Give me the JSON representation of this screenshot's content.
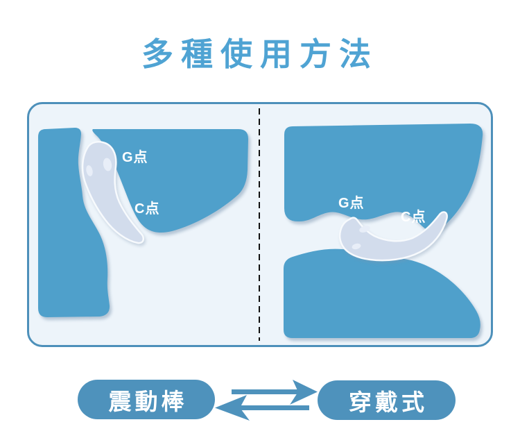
{
  "title": {
    "text": "多種使用方法",
    "color": "#4FA3D3"
  },
  "panel": {
    "left": {
      "g_spot_label": "G点",
      "c_spot_label": "C点"
    },
    "right": {
      "g_spot_label": "G点",
      "c_spot_label": "C点"
    }
  },
  "modes": {
    "vibrator_label": "震動棒",
    "wearable_label": "穿戴式"
  },
  "icons": {
    "swap_arrows": "equilibrium-double-arrow",
    "panel_divider": "vertical-dashed-line"
  },
  "colors": {
    "title_blue": "#4FA3D3",
    "tissue_blue": "#4FA0CB",
    "panel_border_blue": "#4D90BA",
    "panel_background": "#EDF4FA",
    "device_lavender": "#D2DCEC",
    "device_highlight": "#E8EEF8",
    "button_blue": "#4E92BC",
    "label_white": "#FFFFFF",
    "divider_black": "#111111",
    "page_background": "#FFFFFF"
  }
}
